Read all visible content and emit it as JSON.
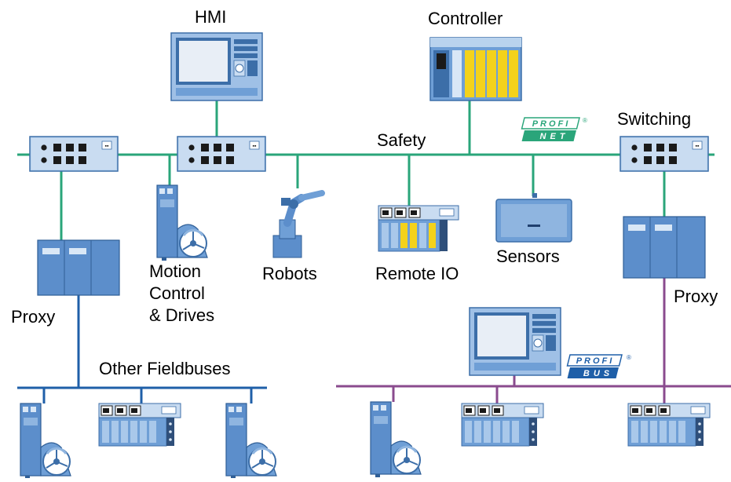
{
  "labels": {
    "hmi": "HMI",
    "controller": "Controller",
    "switching": "Switching",
    "safety": "Safety",
    "motion_line1": "Motion",
    "motion_line2": "Control",
    "motion_line3": "& Drives",
    "robots": "Robots",
    "remote_io": "Remote IO",
    "sensors": "Sensors",
    "proxy_left": "Proxy",
    "proxy_right": "Proxy",
    "other_fieldbuses": "Other Fieldbuses"
  },
  "logos": {
    "profinet_top": "PROFI",
    "profinet_bottom": "NET",
    "profibus_top": "PROFI",
    "profibus_bottom": "BUS",
    "registered": "®"
  },
  "colors": {
    "profinet_bus": "#2aa57a",
    "other_fieldbus": "#1f5fa8",
    "profibus_bus": "#8a4b8e",
    "device_blue": "#6f9fd6",
    "device_dark": "#3c6ea8",
    "device_light": "#b9d3ee",
    "module_yellow": "#f4d21b",
    "profinet_logo": "#2aa57a",
    "profibus_logo": "#1f5fa8"
  }
}
